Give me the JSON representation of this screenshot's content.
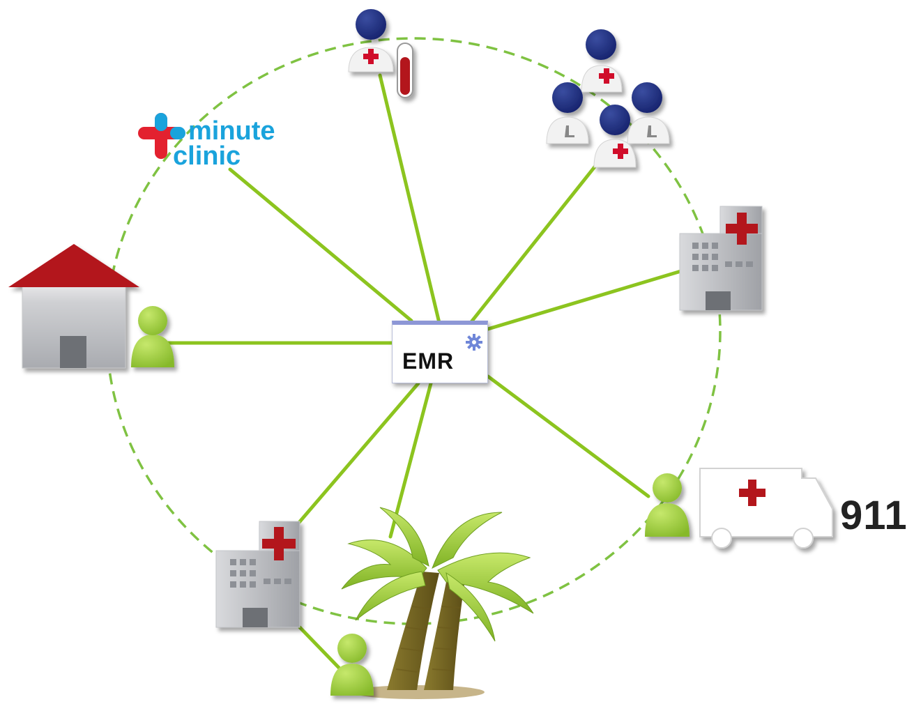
{
  "center": {
    "label": "EMR",
    "icon": "gear-icon"
  },
  "logo": {
    "line1": "minute",
    "line2": "clinic",
    "color": "#1aa3dc",
    "cross_color": "#e3212f"
  },
  "emergency": {
    "number": "911",
    "icon": "ambulance-icon"
  },
  "nodes": [
    {
      "name": "lab-technician-node",
      "icon": "blood-vial-icon"
    },
    {
      "name": "care-team-node",
      "icon": "doctor-group-icon"
    },
    {
      "name": "hospital-right-node",
      "icon": "hospital-icon"
    },
    {
      "name": "ambulance-node",
      "icon": "ambulance-icon"
    },
    {
      "name": "vacation-node",
      "icon": "palm-tree-icon"
    },
    {
      "name": "hospital-left-node",
      "icon": "hospital-icon"
    },
    {
      "name": "home-node",
      "icon": "house-icon"
    },
    {
      "name": "minute-clinic-node",
      "icon": "minute-clinic-logo"
    }
  ],
  "colors": {
    "connector": "#8cc41f",
    "dashed_ring": "#7fc242",
    "person": "#9bcc3b",
    "roof": "#b3141f",
    "cross": "#c8102e",
    "doctor_head": "#1f2e7a"
  }
}
